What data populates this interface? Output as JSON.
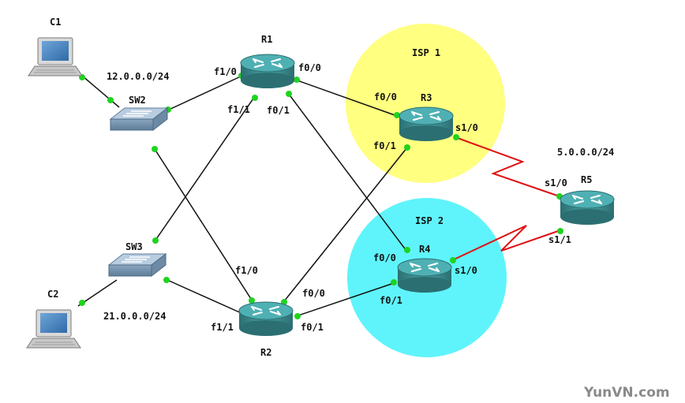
{
  "diagram": {
    "isp_zones": [
      {
        "id": "isp1",
        "label": "ISP 1",
        "color": "#ffff80"
      },
      {
        "id": "isp2",
        "label": "ISP 2",
        "color": "#5ff4fb"
      }
    ],
    "devices": {
      "r1": {
        "label": "R1"
      },
      "r2": {
        "label": "R2"
      },
      "r3": {
        "label": "R3"
      },
      "r4": {
        "label": "R4"
      },
      "r5": {
        "label": "R5"
      },
      "sw2": {
        "label": "SW2"
      },
      "sw3": {
        "label": "SW3"
      },
      "c1": {
        "label": "C1"
      },
      "c2": {
        "label": "C2"
      }
    },
    "networks": {
      "net_12": "12.0.0.0/24",
      "net_21": "21.0.0.0/24",
      "net_5": "5.0.0.0/24"
    },
    "interfaces": {
      "r1_f10": "f1/0",
      "r1_f11": "f1/1",
      "r1_f00": "f0/0",
      "r1_f01": "f0/1",
      "r3_f00": "f0/0",
      "r3_f01": "f0/1",
      "r3_s10": "s1/0",
      "r4_f00": "f0/0",
      "r4_f01": "f0/1",
      "r4_s10": "s1/0",
      "r2_f10": "f1/0",
      "r2_f11": "f1/1",
      "r2_f00": "f0/0",
      "r2_f01": "f0/1",
      "r5_s10": "s1/0",
      "r5_s11": "s1/1"
    },
    "colors": {
      "link": "#111111",
      "serial_link": "#e01010",
      "port_dot": "#1fd31f",
      "router_body": "#3a8f92",
      "switch_body": "#8aa6bf"
    },
    "watermark": "YunVN.com"
  }
}
